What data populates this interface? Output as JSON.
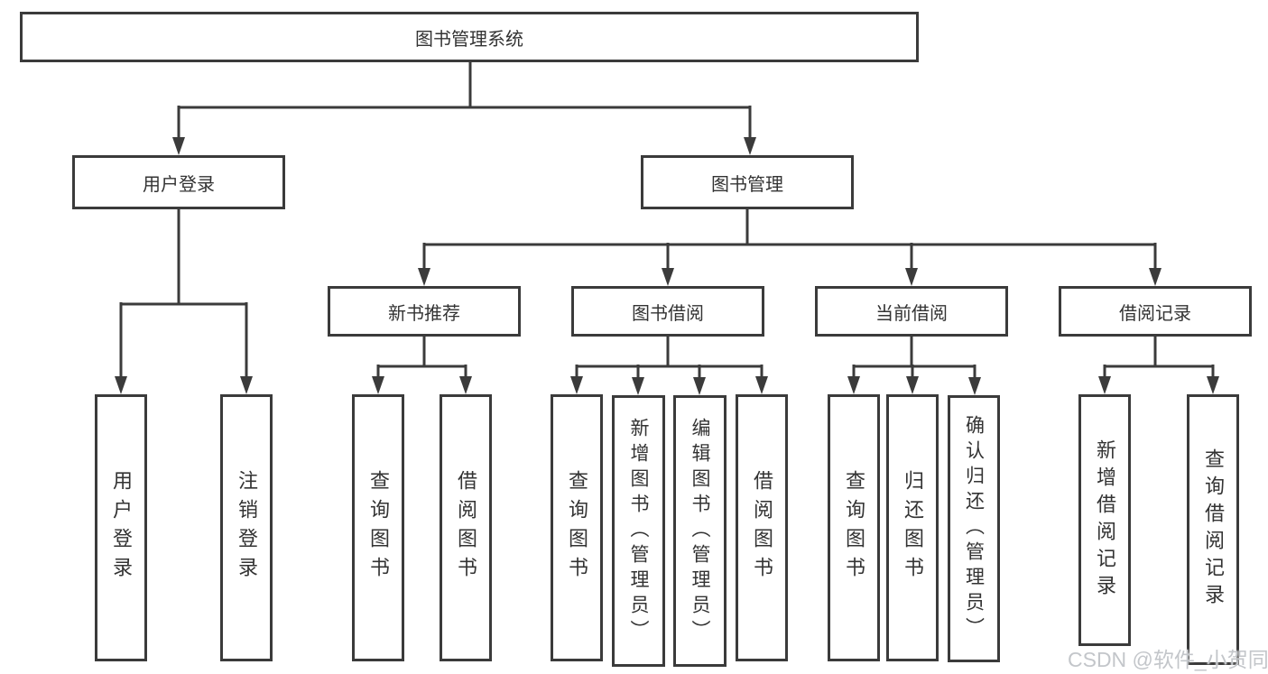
{
  "watermark": "CSDN @软件_小贺同学",
  "colors": {
    "line": "#3b3b3b",
    "text": "#333333",
    "background": "#ffffff",
    "watermark": "#c3c6ca"
  },
  "tree": {
    "label": "图书管理系统",
    "children": [
      {
        "label": "用户登录",
        "children": [
          {
            "label": "用户登录"
          },
          {
            "label": "注销登录"
          }
        ]
      },
      {
        "label": "图书管理",
        "children": [
          {
            "label": "新书推荐",
            "children": [
              {
                "label": "查询图书"
              },
              {
                "label": "借阅图书"
              }
            ]
          },
          {
            "label": "图书借阅",
            "children": [
              {
                "label": "查询图书"
              },
              {
                "label": "新增图书（管理员）"
              },
              {
                "label": "编辑图书（管理员）"
              },
              {
                "label": "借阅图书"
              }
            ]
          },
          {
            "label": "当前借阅",
            "children": [
              {
                "label": "查询图书"
              },
              {
                "label": "归还图书"
              },
              {
                "label": "确认归还（管理员）"
              }
            ]
          },
          {
            "label": "借阅记录",
            "children": [
              {
                "label": "新增借阅记录"
              },
              {
                "label": "查询借阅记录"
              }
            ]
          }
        ]
      }
    ]
  }
}
